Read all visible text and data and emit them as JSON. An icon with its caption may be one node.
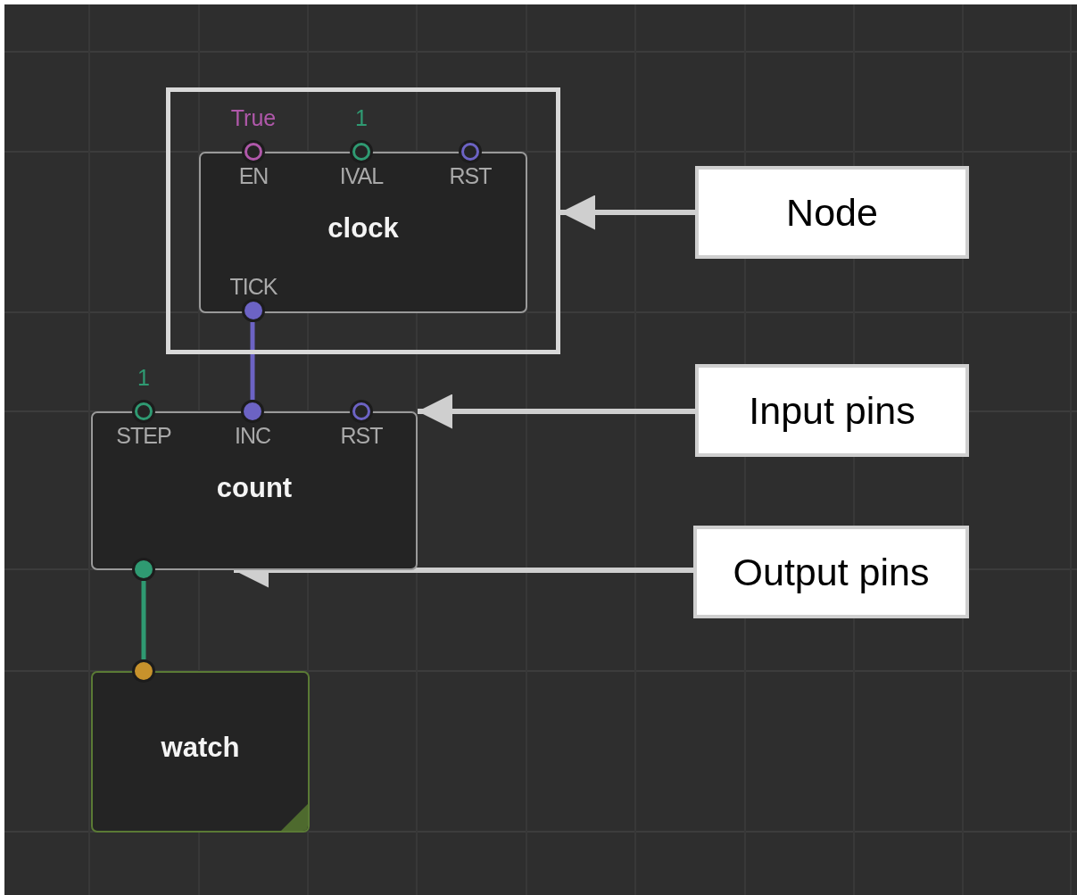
{
  "diagram": {
    "nodes": [
      {
        "text": [],
        "shape": "box"
      },
      {
        "text": [
          "clock"
        ],
        "in": 0
      },
      {
        "text": [
          "EN"
        ],
        "beside": [
          "True"
        ],
        "in": 1
      },
      {
        "text": [
          "IVAL"
        ],
        "beside": [
          "1"
        ],
        "in": 1
      },
      {
        "text": [
          "RST"
        ],
        "in": 1
      },
      {
        "text": [
          "TICK"
        ],
        "in": 1
      },
      {
        "text": [
          "count"
        ]
      },
      {
        "text": [
          "STEP"
        ],
        "beside": [
          "1"
        ],
        "in": 6
      },
      {
        "text": [
          "INC"
        ],
        "in": 6
      },
      {
        "text": [
          "RST"
        ],
        "in": 6
      },
      {
        "text": [],
        "shape": "circle"
      },
      {
        "text": [
          "watch"
        ]
      },
      {
        "text": [],
        "shape": "circle"
      },
      {
        "text": [
          "Node"
        ]
      },
      {
        "text": [
          "Input pins"
        ]
      },
      {
        "text": [
          "Output pins"
        ]
      }
    ],
    "edges": [
      {
        "from": 5,
        "to": 8,
        "arrow": "none",
        "color": "#6c63c4"
      },
      {
        "from": 10,
        "to": 12,
        "arrow": "none",
        "color": "#2f9a72"
      },
      {
        "from": 13,
        "to": 0,
        "arrow": "to"
      },
      {
        "from": 14,
        "to": 6,
        "arrow": "to"
      },
      {
        "from": 15,
        "to": 6,
        "arrow": "to"
      }
    ]
  }
}
